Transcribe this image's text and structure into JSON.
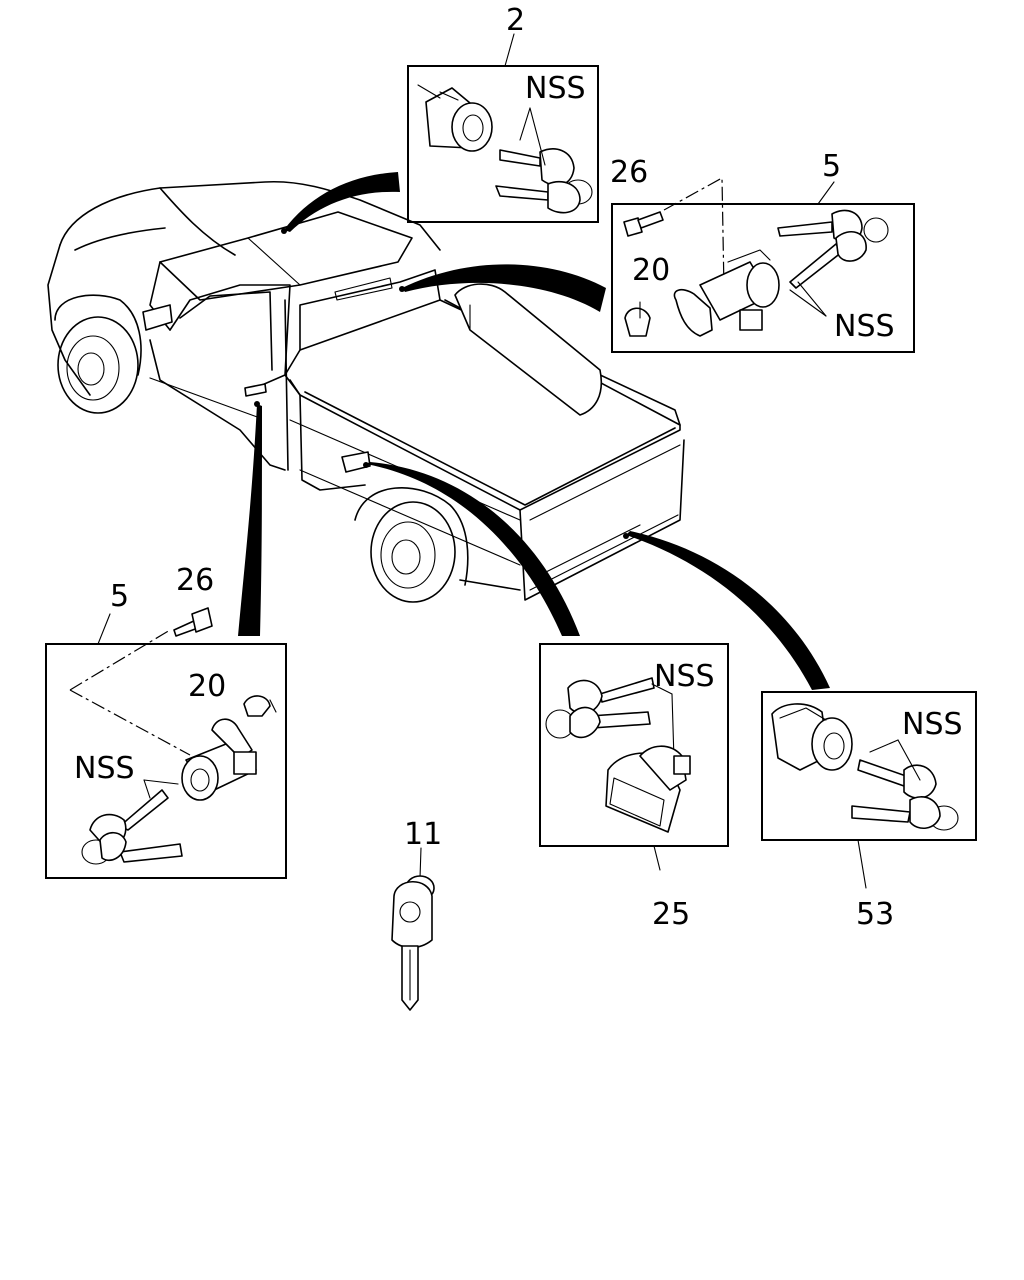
{
  "labels": {
    "ignition_cylinder_ref": "2",
    "ignition_keys_note": "NSS",
    "bolt_top": "26",
    "door_lock_top_ref": "5",
    "clip_top": "20",
    "door_lock_top_keys_note": "NSS",
    "door_lock_left_ref": "5",
    "bolt_left": "26",
    "clip_left": "20",
    "door_lock_left_keys_note": "NSS",
    "fuel_lid_keys_note": "NSS",
    "fuel_lid_lock_ref": "25",
    "tailgate_keys_note": "NSS",
    "tailgate_lock_ref": "53",
    "key_blank_ref": "11"
  }
}
